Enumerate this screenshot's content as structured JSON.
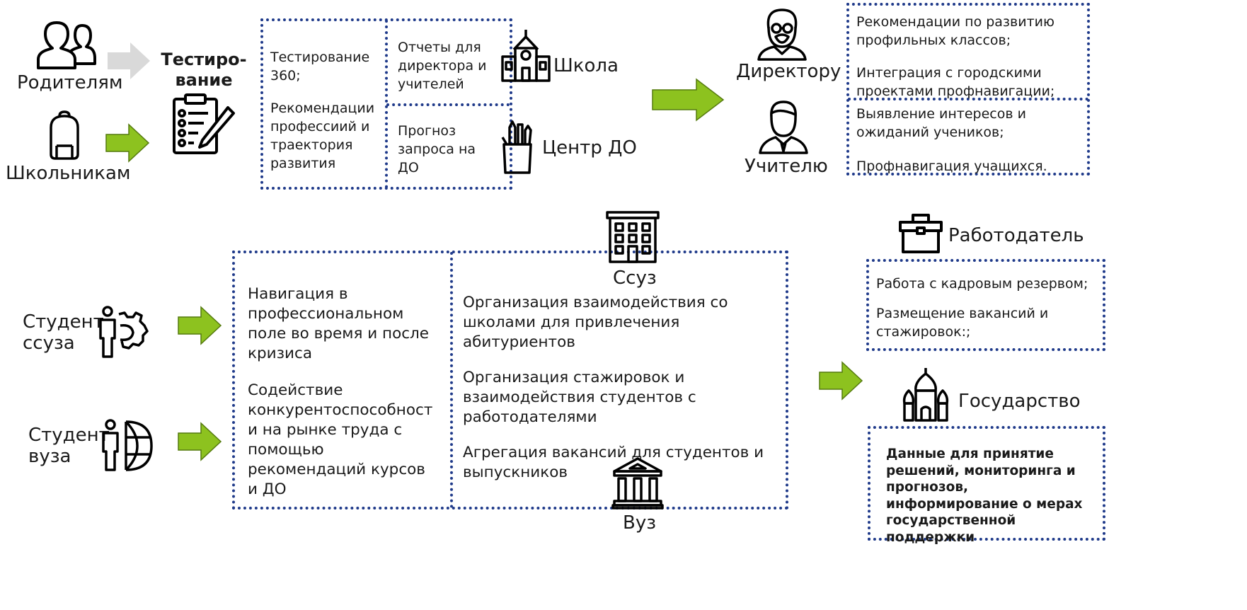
{
  "top": {
    "parents_label": "Родителям",
    "students_label": "Школьникам",
    "testing_title_line1": "Тестиро-",
    "testing_title_line2": "вание",
    "box_left_items": [
      "Тестирование 360;",
      "Рекомендации профессиий и траектория развития"
    ],
    "box_right_top": "Отчеты для директора и учителей",
    "box_right_bottom": "Прогноз запроса на ДО",
    "school_label": "Школа",
    "center_label": "Центр ДО",
    "director_label": "Директору",
    "teacher_label": "Учителю",
    "right_box_top_items": [
      "Рекомендации по развитию профильных классов;",
      "Интеграция с городскими проектами профнавигации;"
    ],
    "right_box_bottom_items": [
      "Выявление интересов и ожиданий учеников;",
      "Профнавигация учащихся."
    ]
  },
  "bottom": {
    "college_student_line1": "Студент",
    "college_student_line2": "ссуза",
    "uni_student_line1": "Студент",
    "uni_student_line2": "вуза",
    "left_box_items": [
      "Навигация в профессиональном поле во время и после кризиса",
      "Содействие конкурентоспособност и на рынке труда с помощью рекомендаций курсов и ДО"
    ],
    "college_label": "Ссуз",
    "middle_box_items": [
      "Организация взаимодействия со школами для привлечения абитуриентов",
      "Организация стажировок и взаимодействия студентов с работодателями",
      "Агрегация  вакансий для студентов и выпускников"
    ],
    "university_label": "Вуз",
    "employer_label": "Работодатель",
    "employer_items": [
      "Работа с кадровым резервом;",
      "Размещение вакансий и стажировок:;"
    ],
    "state_label": "Государство",
    "state_text": "Данные для принятие решений, мониторинга и прогнозов, информирование о мерах государственной поддержки"
  },
  "colors": {
    "arrow_green": "#8dc21f",
    "arrow_gray": "#d9d9d9",
    "dotted_border": "#1f3a8a"
  }
}
